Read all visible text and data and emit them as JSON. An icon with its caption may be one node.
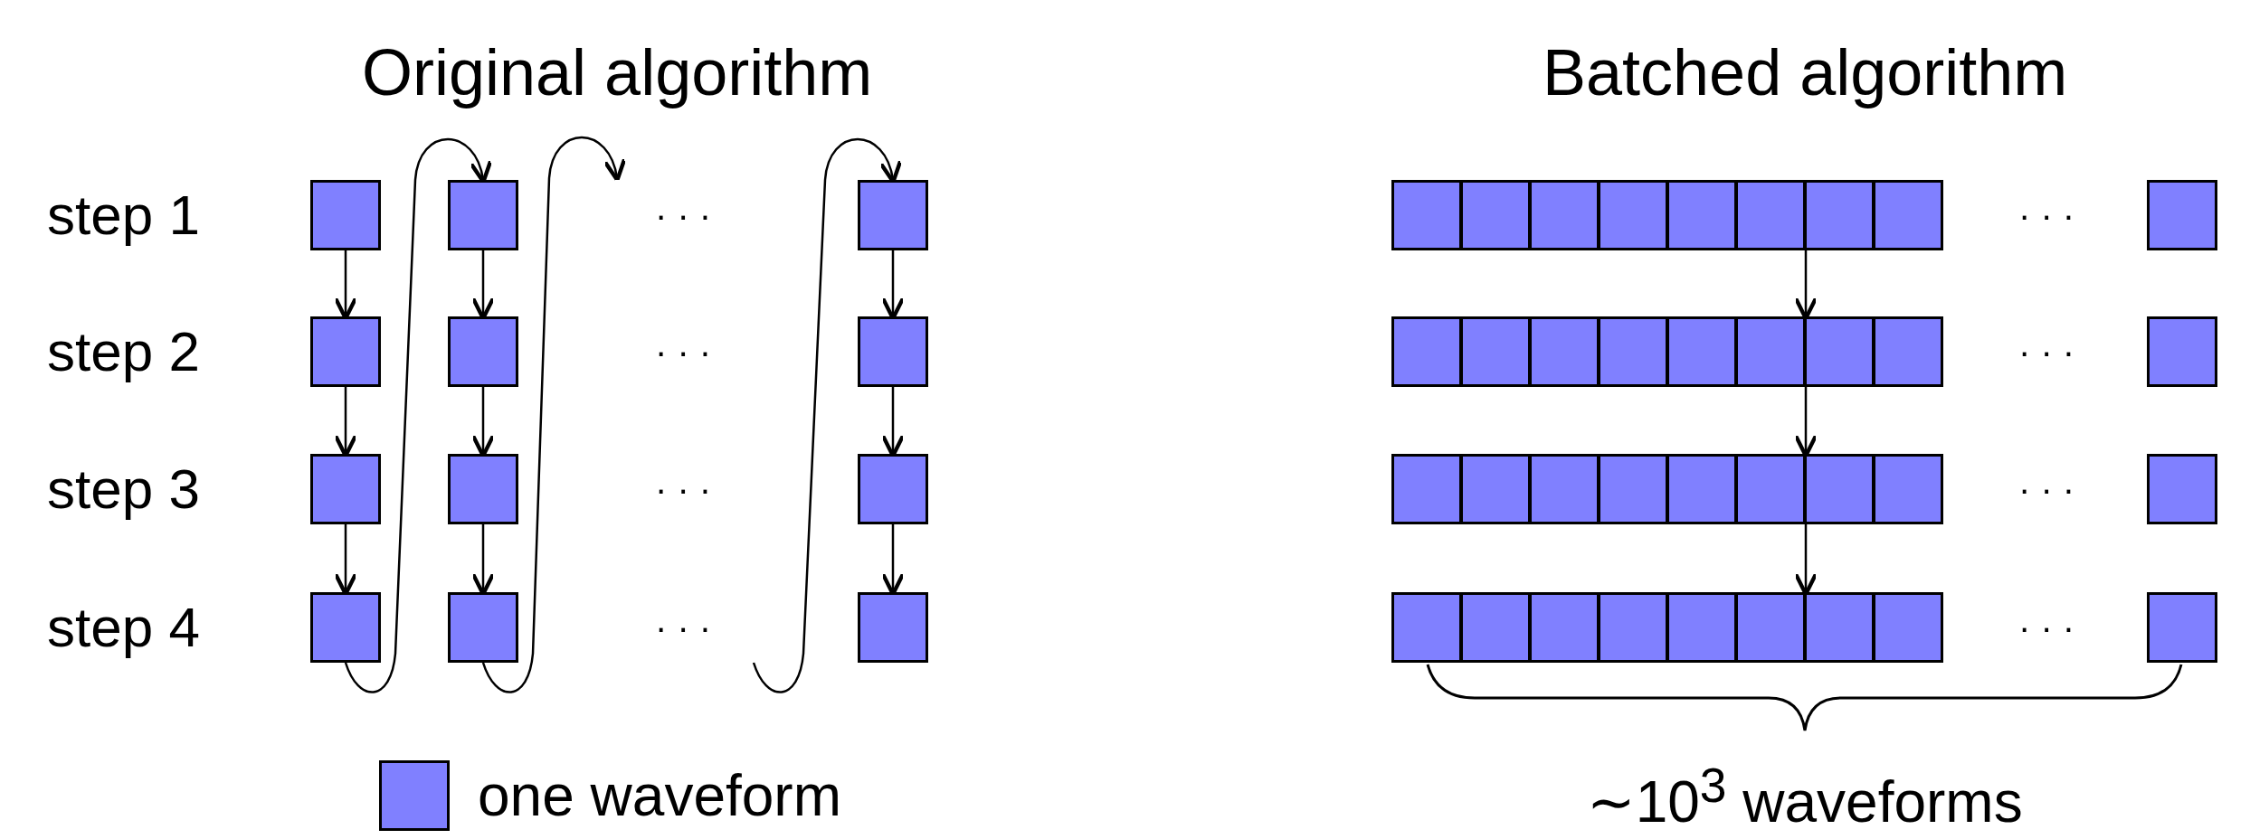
{
  "diagram": {
    "nodes": [
      {
        "text": [],
        "shape": "box"
      },
      {
        "text": [],
        "shape": "box"
      },
      {
        "text": [],
        "shape": "box"
      },
      {
        "text": [],
        "shape": "box"
      },
      {
        "text": [],
        "shape": "box"
      },
      {
        "text": [],
        "shape": "box"
      },
      {
        "text": [],
        "shape": "box"
      },
      {
        "text": [],
        "shape": "box"
      },
      {
        "text": [],
        "shape": "box"
      },
      {
        "text": [],
        "shape": "box"
      },
      {
        "text": [],
        "shape": "box"
      },
      {
        "text": [],
        "shape": "box"
      },
      {
        "text": [],
        "shape": "box"
      },
      {
        "text": [],
        "shape": "box"
      },
      {
        "text": [],
        "shape": "box"
      },
      {
        "text": [],
        "shape": "box"
      },
      {
        "text": [],
        "shape": "box"
      },
      {
        "text": [],
        "shape": "box"
      },
      {
        "text": [],
        "shape": "box"
      },
      {
        "text": [],
        "shape": "box"
      },
      {
        "text": [],
        "shape": "box"
      },
      {
        "text": [],
        "shape": "box"
      },
      {
        "text": [],
        "shape": "box"
      },
      {
        "text": [],
        "shape": "box"
      },
      {
        "text": [],
        "shape": "box"
      },
      {
        "text": [],
        "shape": "box"
      },
      {
        "text": [],
        "shape": "box"
      },
      {
        "text": [],
        "shape": "box"
      },
      {
        "text": [],
        "shape": "box"
      },
      {
        "text": [],
        "shape": "box"
      },
      {
        "text": [],
        "shape": "box"
      },
      {
        "text": [],
        "shape": "box"
      },
      {
        "text": [],
        "shape": "box"
      },
      {
        "text": [],
        "shape": "box"
      },
      {
        "text": [],
        "shape": "box"
      },
      {
        "text": [],
        "shape": "box"
      },
      {
        "text": [],
        "shape": "box"
      },
      {
        "text": [],
        "shape": "box"
      },
      {
        "text": [],
        "shape": "box"
      },
      {
        "text": [],
        "shape": "box"
      },
      {
        "text": [],
        "shape": "box"
      },
      {
        "text": [],
        "shape": "box"
      },
      {
        "text": [],
        "shape": "box"
      },
      {
        "text": [],
        "shape": "box"
      },
      {
        "text": [],
        "shape": "box"
      },
      {
        "text": [],
        "shape": "box"
      },
      {
        "text": [],
        "shape": "box"
      },
      {
        "text": [],
        "shape": "box"
      }
    ],
    "edges": [
      {
        "from": 0,
        "to": 3,
        "arrow": "to"
      },
      {
        "from": 3,
        "to": 6,
        "arrow": "to"
      },
      {
        "from": 6,
        "to": 9,
        "arrow": "to"
      },
      {
        "from": 1,
        "to": 4,
        "arrow": "to"
      },
      {
        "from": 4,
        "to": 7,
        "arrow": "to"
      },
      {
        "from": 7,
        "to": 10,
        "arrow": "to"
      },
      {
        "from": 2,
        "to": 5,
        "arrow": "to"
      },
      {
        "from": 5,
        "to": 8,
        "arrow": "to"
      },
      {
        "from": 8,
        "to": 11,
        "arrow": "to"
      },
      {
        "from": 9,
        "to": 1,
        "arrow": "to"
      },
      {
        "from": 10,
        "to": null,
        "arrow": "to"
      },
      {
        "from": null,
        "to": 2,
        "arrow": "to"
      },
      {
        "from": 18,
        "to": 27,
        "arrow": "to"
      },
      {
        "from": 27,
        "to": 36,
        "arrow": "to"
      },
      {
        "from": 36,
        "to": 45,
        "arrow": "to"
      }
    ],
    "labels": [
      "Original algorithm",
      "Batched algorithm",
      "step 1",
      "· · ·",
      "· · ·",
      "step 2",
      "· · ·",
      "· · ·",
      "step 3",
      "· · ·",
      "· · ·",
      "step 4",
      "· · ·",
      "· · ·",
      "∼10$^{3}$ waveforms"
    ],
    "legend": [
      {
        "text": "one waveform",
        "color": "#8080ff"
      }
    ]
  }
}
